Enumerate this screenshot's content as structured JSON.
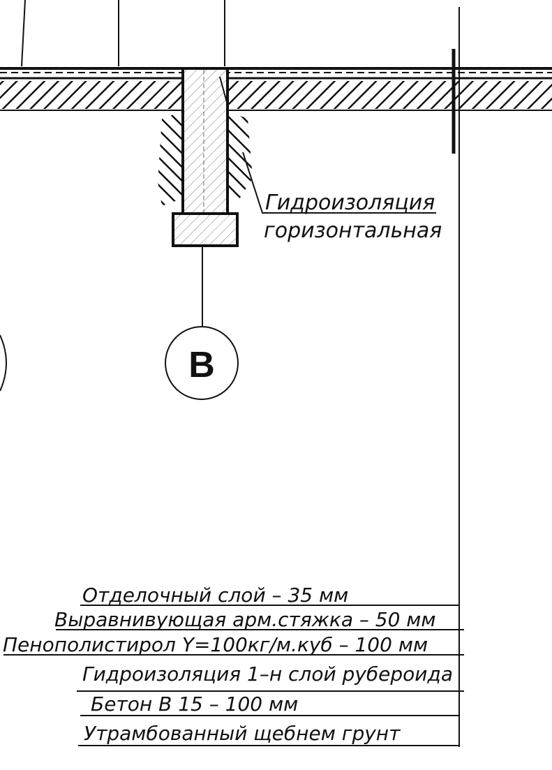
{
  "drawing": {
    "callout": {
      "line1": "Гидроизоляция",
      "line2": "горизонтальная"
    },
    "axis_marker": "В",
    "floor_layers": [
      "Отделочный слой – 35 мм",
      "Выравнивующая арм.стяжка – 50 мм",
      "Пенополистирол Y=100кг/м.куб – 100 мм",
      "Гидроизоляция 1–н слой рубероида",
      "Бетон В 15 – 100 мм",
      "Утрамбованный щебнем грунт"
    ]
  }
}
